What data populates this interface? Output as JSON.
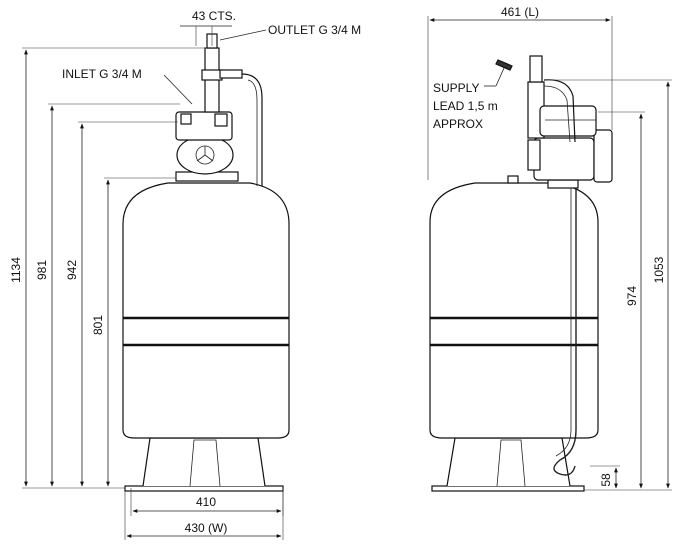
{
  "front_view": {
    "dims": {
      "h1134": "1134",
      "h981": "981",
      "h942": "942",
      "h801": "801",
      "w410": "410",
      "w430": "430 (W)",
      "cts": "43 CTS."
    },
    "labels": {
      "outlet": "OUTLET G 3/4 M",
      "inlet": "INLET G 3/4 M"
    }
  },
  "side_view": {
    "dims": {
      "l461": "461 (L)",
      "h974": "974",
      "h1053": "1053",
      "h58": "58"
    },
    "labels": {
      "supply_line1": "SUPPLY",
      "supply_line2": "LEAD 1,5 m",
      "supply_line3": "APPROX"
    }
  }
}
